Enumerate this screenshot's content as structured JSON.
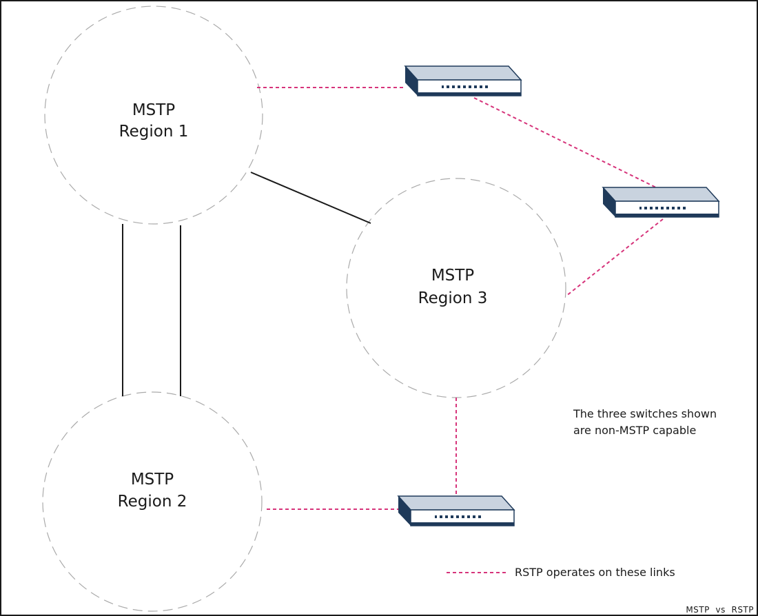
{
  "diagram": {
    "regions": [
      {
        "line1": "MSTP",
        "line2": "Region 1"
      },
      {
        "line1": "MSTP",
        "line2": "Region 2"
      },
      {
        "line1": "MSTP",
        "line2": "Region 3"
      }
    ],
    "note_line1": "The three switches shown",
    "note_line2": "are non-MSTP capable",
    "legend_text": "RSTP operates on these links",
    "caption": "MSTP  vs  RSTP",
    "colors": {
      "rstp_link": "#d6337a",
      "circle": "#aaaaaa",
      "switch_top": "#c9d3df",
      "switch_dark": "#1f3a5a",
      "mstp_link": "#1a1a1a"
    }
  }
}
